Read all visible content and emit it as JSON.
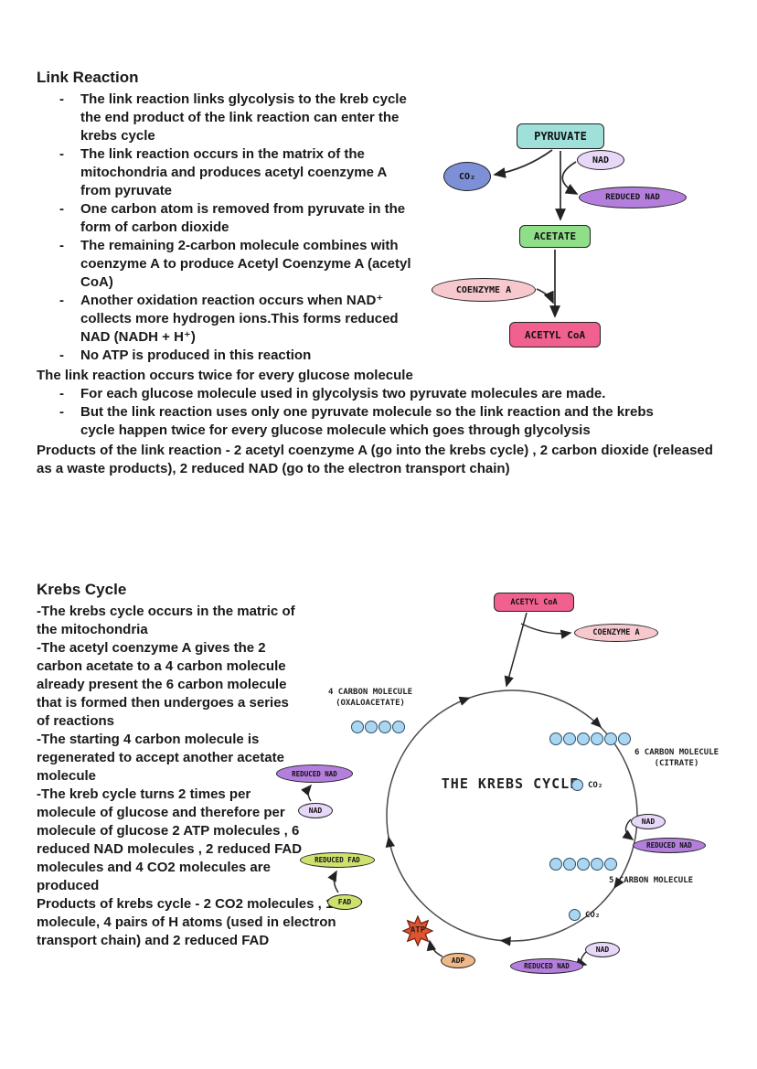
{
  "colors": {
    "pyruvate": "#9fe0da",
    "nad-light": "#e7d7f8",
    "co2-blue": "#7d8fd6",
    "reduced-nad": "#b47fdc",
    "acetate": "#8fdf88",
    "coenzyme-pink": "#f7c9cf",
    "acetyl-coa": "#f0618f",
    "mol-blue": "#a9d7f2",
    "fad-green": "#cde26e",
    "adp-tan": "#eeb888",
    "atp-red": "#e0532f"
  },
  "link_reaction": {
    "title": "Link Reaction",
    "bullets": [
      "The link reaction links glycolysis to the kreb cycle the end product of the link reaction can enter the krebs cycle",
      "The link reaction occurs in the matrix of the mitochondria and produces acetyl coenzyme A from pyruvate",
      "One carbon atom is removed from pyruvate in the form of carbon dioxide",
      "The remaining 2-carbon molecule combines with coenzyme A to produce Acetyl Coenzyme A (acetyl CoA)",
      "Another oxidation reaction occurs when NAD⁺ collects more hydrogen ions.This forms reduced NAD (NADH + H⁺)",
      "No ATP is produced in this reaction"
    ],
    "note": "The link reaction occurs twice for every glucose molecule",
    "note_bullets": [
      "For each glucose molecule used in glycolysis two pyruvate molecules are made.",
      "But the link reaction uses only one pyruvate molecule so the link reaction and the krebs cycle happen twice for every glucose molecule which goes through glycolysis"
    ],
    "products": "Products of the link reaction - 2 acetyl coenzyme A (go into the krebs cycle) , 2 carbon dioxide (released as a waste products), 2 reduced NAD (go to the electron transport chain)"
  },
  "link_diagram": {
    "pyruvate": "PYRUVATE",
    "nad": "NAD",
    "co2": "CO₂",
    "reduced_nad": "REDUCED NAD",
    "acetate": "ACETATE",
    "coenzyme_a": "COENZYME A",
    "acetyl_coa": "ACETYL CoA"
  },
  "krebs": {
    "title": "Krebs Cycle",
    "paragraphs": [
      "-The krebs cycle occurs in the matric of the mitochondria",
      "-The acetyl coenzyme A gives the 2 carbon acetate to a 4 carbon molecule already present the 6 carbon molecule that is formed then undergoes a series of reactions",
      "-The starting 4 carbon molecule is regenerated to accept another acetate molecule",
      "-The kreb cycle turns 2 times per molecule of glucose and therefore per molecule of glucose 2 ATP molecules , 6 reduced NAD molecules , 2 reduced FAD molecules and 4 CO2 molecules are produced",
      "Products of krebs cycle - 2 CO2 molecules , 1 ATP molecule, 4 pairs of H atoms (used in electron transport chain) and 2 reduced FAD"
    ]
  },
  "krebs_diagram": {
    "center_title": "THE KREBS CYCLE",
    "acetyl_coa": "ACETYL CoA",
    "coenzyme_a": "COENZYME A",
    "four_carbon_label_1": "4 CARBON MOLECULE",
    "four_carbon_label_2": "(OXALOACETATE)",
    "six_carbon_label_1": "6 CARBON MOLECULE",
    "six_carbon_label_2": "(CITRATE)",
    "five_carbon_label": "5 CARBON MOLECULE",
    "co2_1": "CO₂",
    "co2_2": "CO₂",
    "nad_right": "NAD",
    "reduced_nad_right": "REDUCED NAD",
    "nad_bottom": "NAD",
    "reduced_nad_bottom": "REDUCED NAD",
    "adp": "ADP",
    "atp": "ATP",
    "fad": "FAD",
    "reduced_fad": "REDUCED FAD",
    "nad_left": "NAD",
    "reduced_nad_left": "REDUCED NAD"
  }
}
